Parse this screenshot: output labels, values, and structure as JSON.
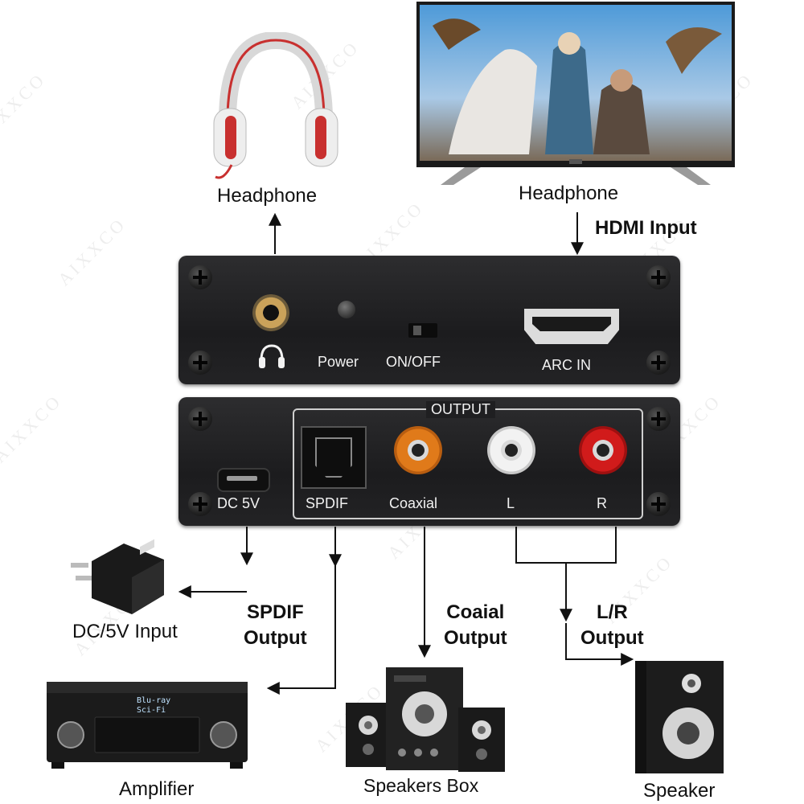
{
  "watermark": "AIXXCO",
  "devices": {
    "headphone": "Headphone",
    "tv": "Headphone",
    "dc_input": "DC/5V Input",
    "amplifier": "Amplifier",
    "speakers_box": "Speakers Box",
    "speaker": "Speaker"
  },
  "signals": {
    "hdmi_input": "HDMI Input",
    "spdif_output": "SPDIF\nOutput",
    "coaxial_output": "Coaial\nOutput",
    "lr_output": "L/R\nOutput"
  },
  "front_panel": {
    "power": "Power",
    "on_off": "ON/OFF",
    "arc_in": "ARC IN"
  },
  "back_panel": {
    "output": "OUTPUT",
    "dc_5v": "DC 5V",
    "spdif": "SPDIF",
    "coaxial": "Coaxial",
    "l": "L",
    "r": "R"
  },
  "amplifier_display": {
    "line1": "Blu-ray",
    "line2": "Sci-Fi"
  },
  "colors": {
    "panel": "#1f1f21",
    "rca_coaxial": "#e07a1a",
    "rca_left": "#f2f2f2",
    "rca_right": "#d11b1b",
    "headphone_band": "#c8302f",
    "tv_sky": "#4e9ad8"
  },
  "icons": [
    "headphone-icon",
    "tv-icon",
    "power-adapter-icon",
    "amplifier-icon",
    "speakers-box-icon",
    "speaker-icon"
  ]
}
